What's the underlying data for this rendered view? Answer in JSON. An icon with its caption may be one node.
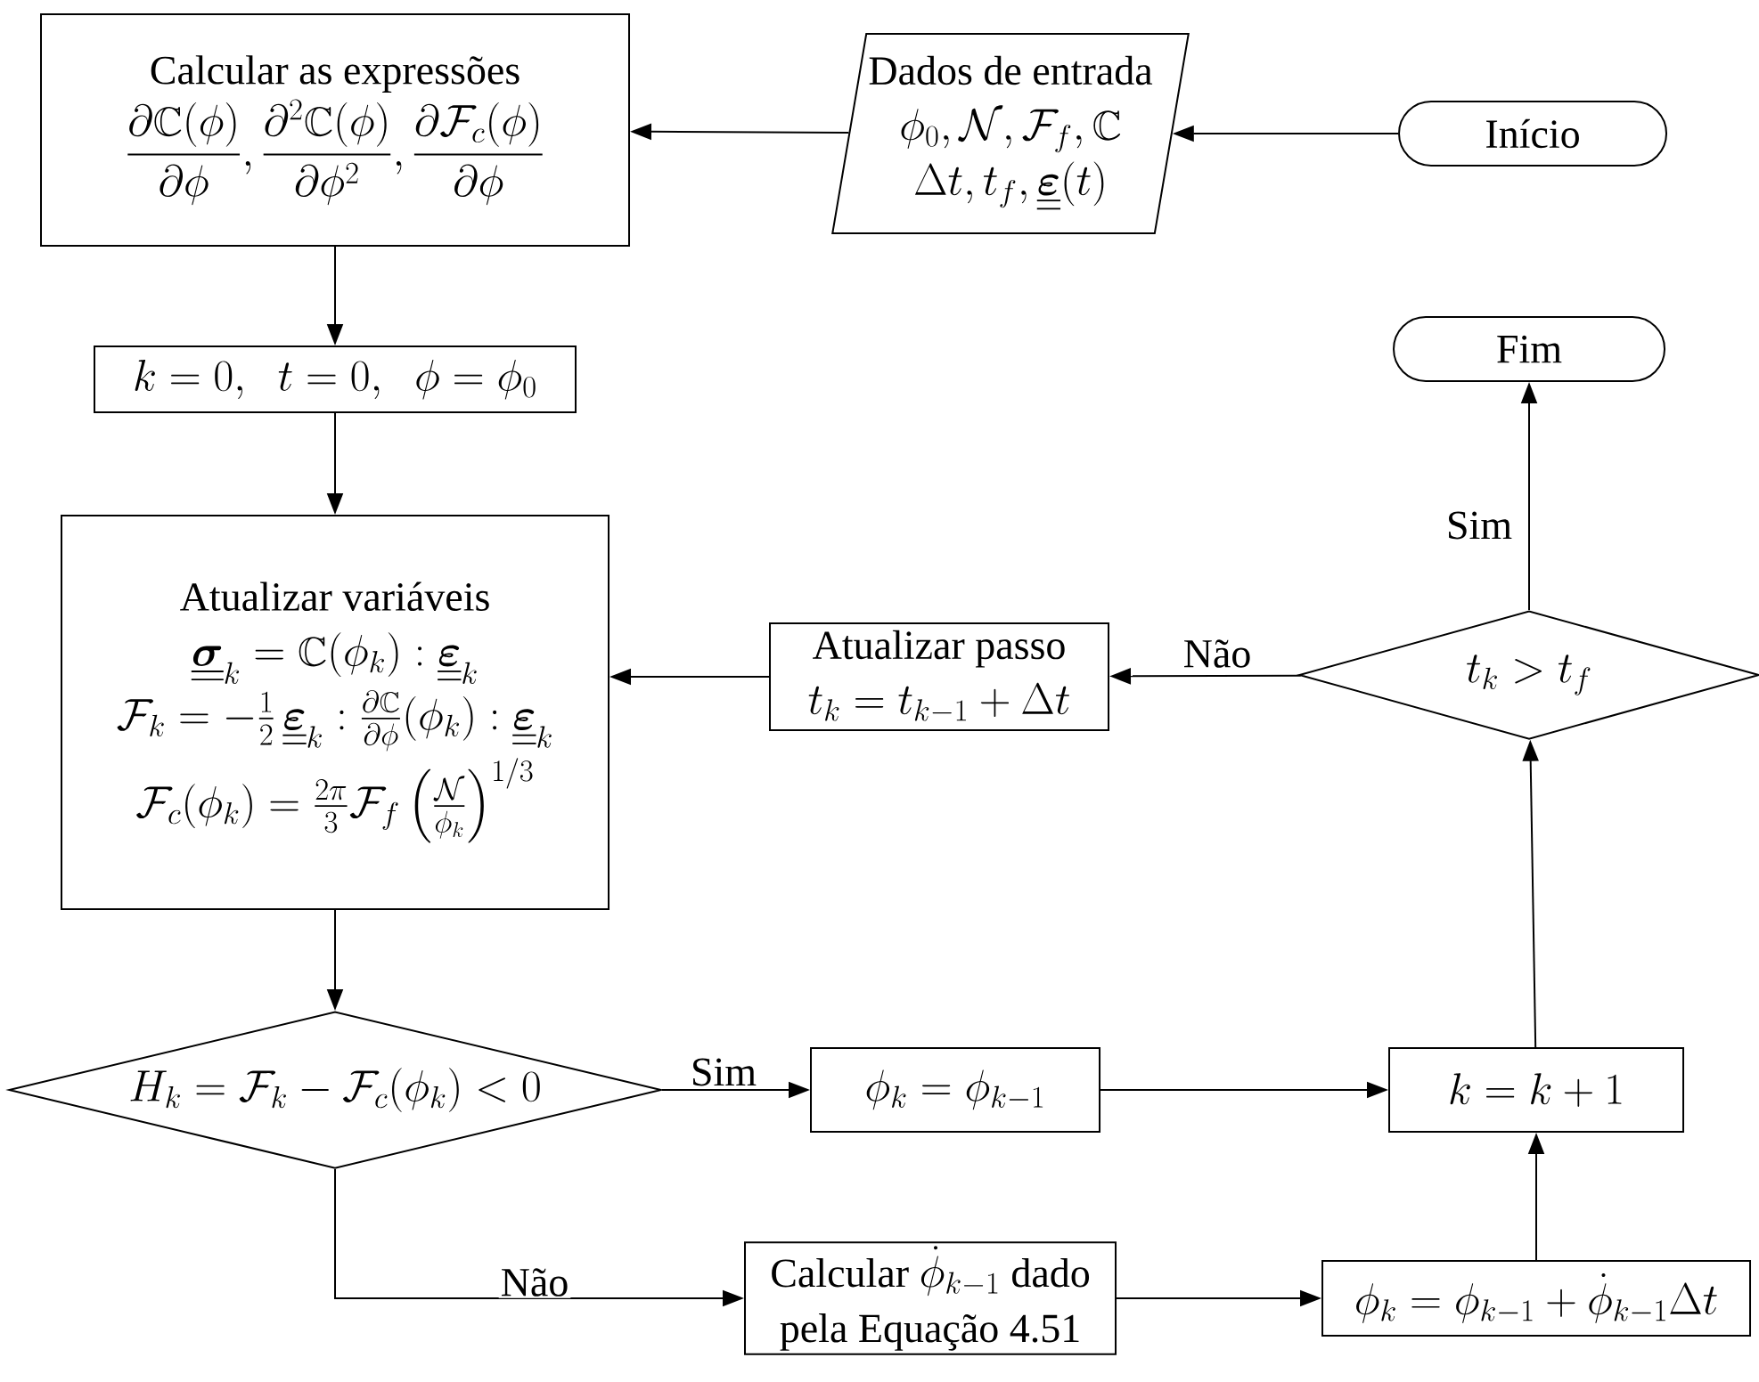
{
  "diagram": {
    "nodes": [
      {
        "text": [
          "Início"
        ]
      },
      {
        "text": [
          "Dados de entrada",
          "\\phi_0,\\mathcal{N},\\mathcal{F}_f,\\mathbb{C}",
          "\\Delta t,t_f,\\underline{\\underline{\\boldsymbol{\\varepsilon}}}(t)"
        ]
      },
      {
        "text": [
          "Calcular as expressões",
          "\\frac{\\partial\\mathbb{C}(\\phi)}{\\partial\\phi},\\frac{\\partial^2\\mathbb{C}(\\phi)}{\\partial\\phi^2},\\frac{\\partial\\mathcal{F}_c(\\phi)}{\\partial\\phi}"
        ]
      },
      {
        "text": [
          "k=0,\\;\\; t=0,\\;\\; \\phi=\\phi_0"
        ]
      },
      {
        "text": [
          "Atualizar variáveis",
          "\\underline{\\underline{\\boldsymbol{\\sigma}}}_k=\\mathbb{C}(\\phi_k):\\underline{\\underline{\\boldsymbol{\\varepsilon}}}_k",
          "\\mathcal{F}_k=-\\frac{1}{2}\\,\\underline{\\underline{\\boldsymbol{\\varepsilon}}}_k:\\frac{\\partial\\mathbb{C}}{\\partial\\phi}(\\phi_k):\\underline{\\underline{\\boldsymbol{\\varepsilon}}}_k",
          "\\mathcal{F}_c(\\phi_k)=\\frac{2\\pi}{3}\\mathcal{F}_f\\left(\\frac{\\mathcal{N}}{\\phi_k}\\right)^{1/3}"
        ]
      },
      {
        "text": [
          "H_k=\\mathcal{F}_k-\\mathcal{F}_c(\\phi_k)<0"
        ]
      },
      {
        "text": [
          "\\phi_k=\\phi_{k-1}"
        ]
      },
      {
        "text": [
          "\\text{Calcular }\\dot{\\phi}_{k-1}\\text{ dado}",
          "\\text{pela Equação 4.51}"
        ]
      },
      {
        "text": [
          "\\phi_k=\\phi_{k-1}+\\dot{\\phi}_{k-1}\\Delta t"
        ]
      },
      {
        "text": [
          "k=k+1"
        ]
      },
      {
        "text": [
          "t_k>t_f"
        ]
      },
      {
        "text": [
          "Atualizar passo",
          "t_k=t_{k-1}+\\Delta t"
        ]
      },
      {
        "text": [
          "Fim"
        ]
      }
    ],
    "edges": [
      {
        "from": 0,
        "to": 1,
        "arrow": "to"
      },
      {
        "from": 1,
        "to": 2,
        "arrow": "to"
      },
      {
        "from": 2,
        "to": 3,
        "arrow": "to"
      },
      {
        "from": 3,
        "to": 4,
        "arrow": "to"
      },
      {
        "from": 4,
        "to": 5,
        "arrow": "to"
      },
      {
        "from": 5,
        "to": 6,
        "arrow": "to",
        "label": "Sim"
      },
      {
        "from": 5,
        "to": 7,
        "arrow": "to",
        "label": "Não"
      },
      {
        "from": 6,
        "to": 9,
        "arrow": "to"
      },
      {
        "from": 7,
        "to": 8,
        "arrow": "to"
      },
      {
        "from": 8,
        "to": 9,
        "arrow": "to"
      },
      {
        "from": 9,
        "to": 10,
        "arrow": "to"
      },
      {
        "from": 10,
        "to": 11,
        "arrow": "to",
        "label": "Não"
      },
      {
        "from": 11,
        "to": 4,
        "arrow": "to"
      },
      {
        "from": 10,
        "to": 12,
        "arrow": "to",
        "label": "Sim"
      }
    ]
  }
}
